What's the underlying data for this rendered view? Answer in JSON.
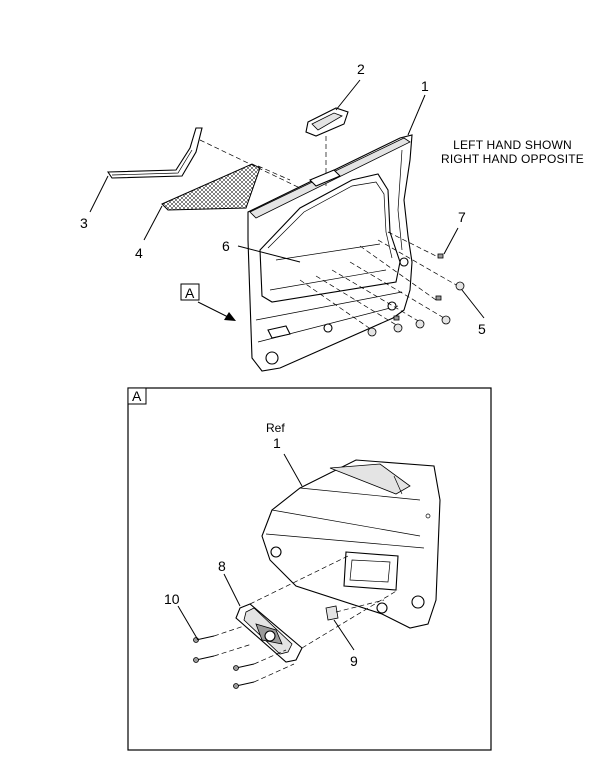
{
  "diagram": {
    "note": {
      "line1": "LEFT HAND SHOWN",
      "line2": "RIGHT HAND OPPOSITE"
    },
    "view_tag": "A",
    "detail_tag": "A",
    "ref_text": "Ref",
    "callouts": {
      "c1": "1",
      "c2": "2",
      "c3": "3",
      "c4": "4",
      "c5": "5",
      "c6": "6",
      "c7": "7",
      "detail_c1": "1",
      "c8": "8",
      "c9": "9",
      "c10": "10"
    }
  }
}
